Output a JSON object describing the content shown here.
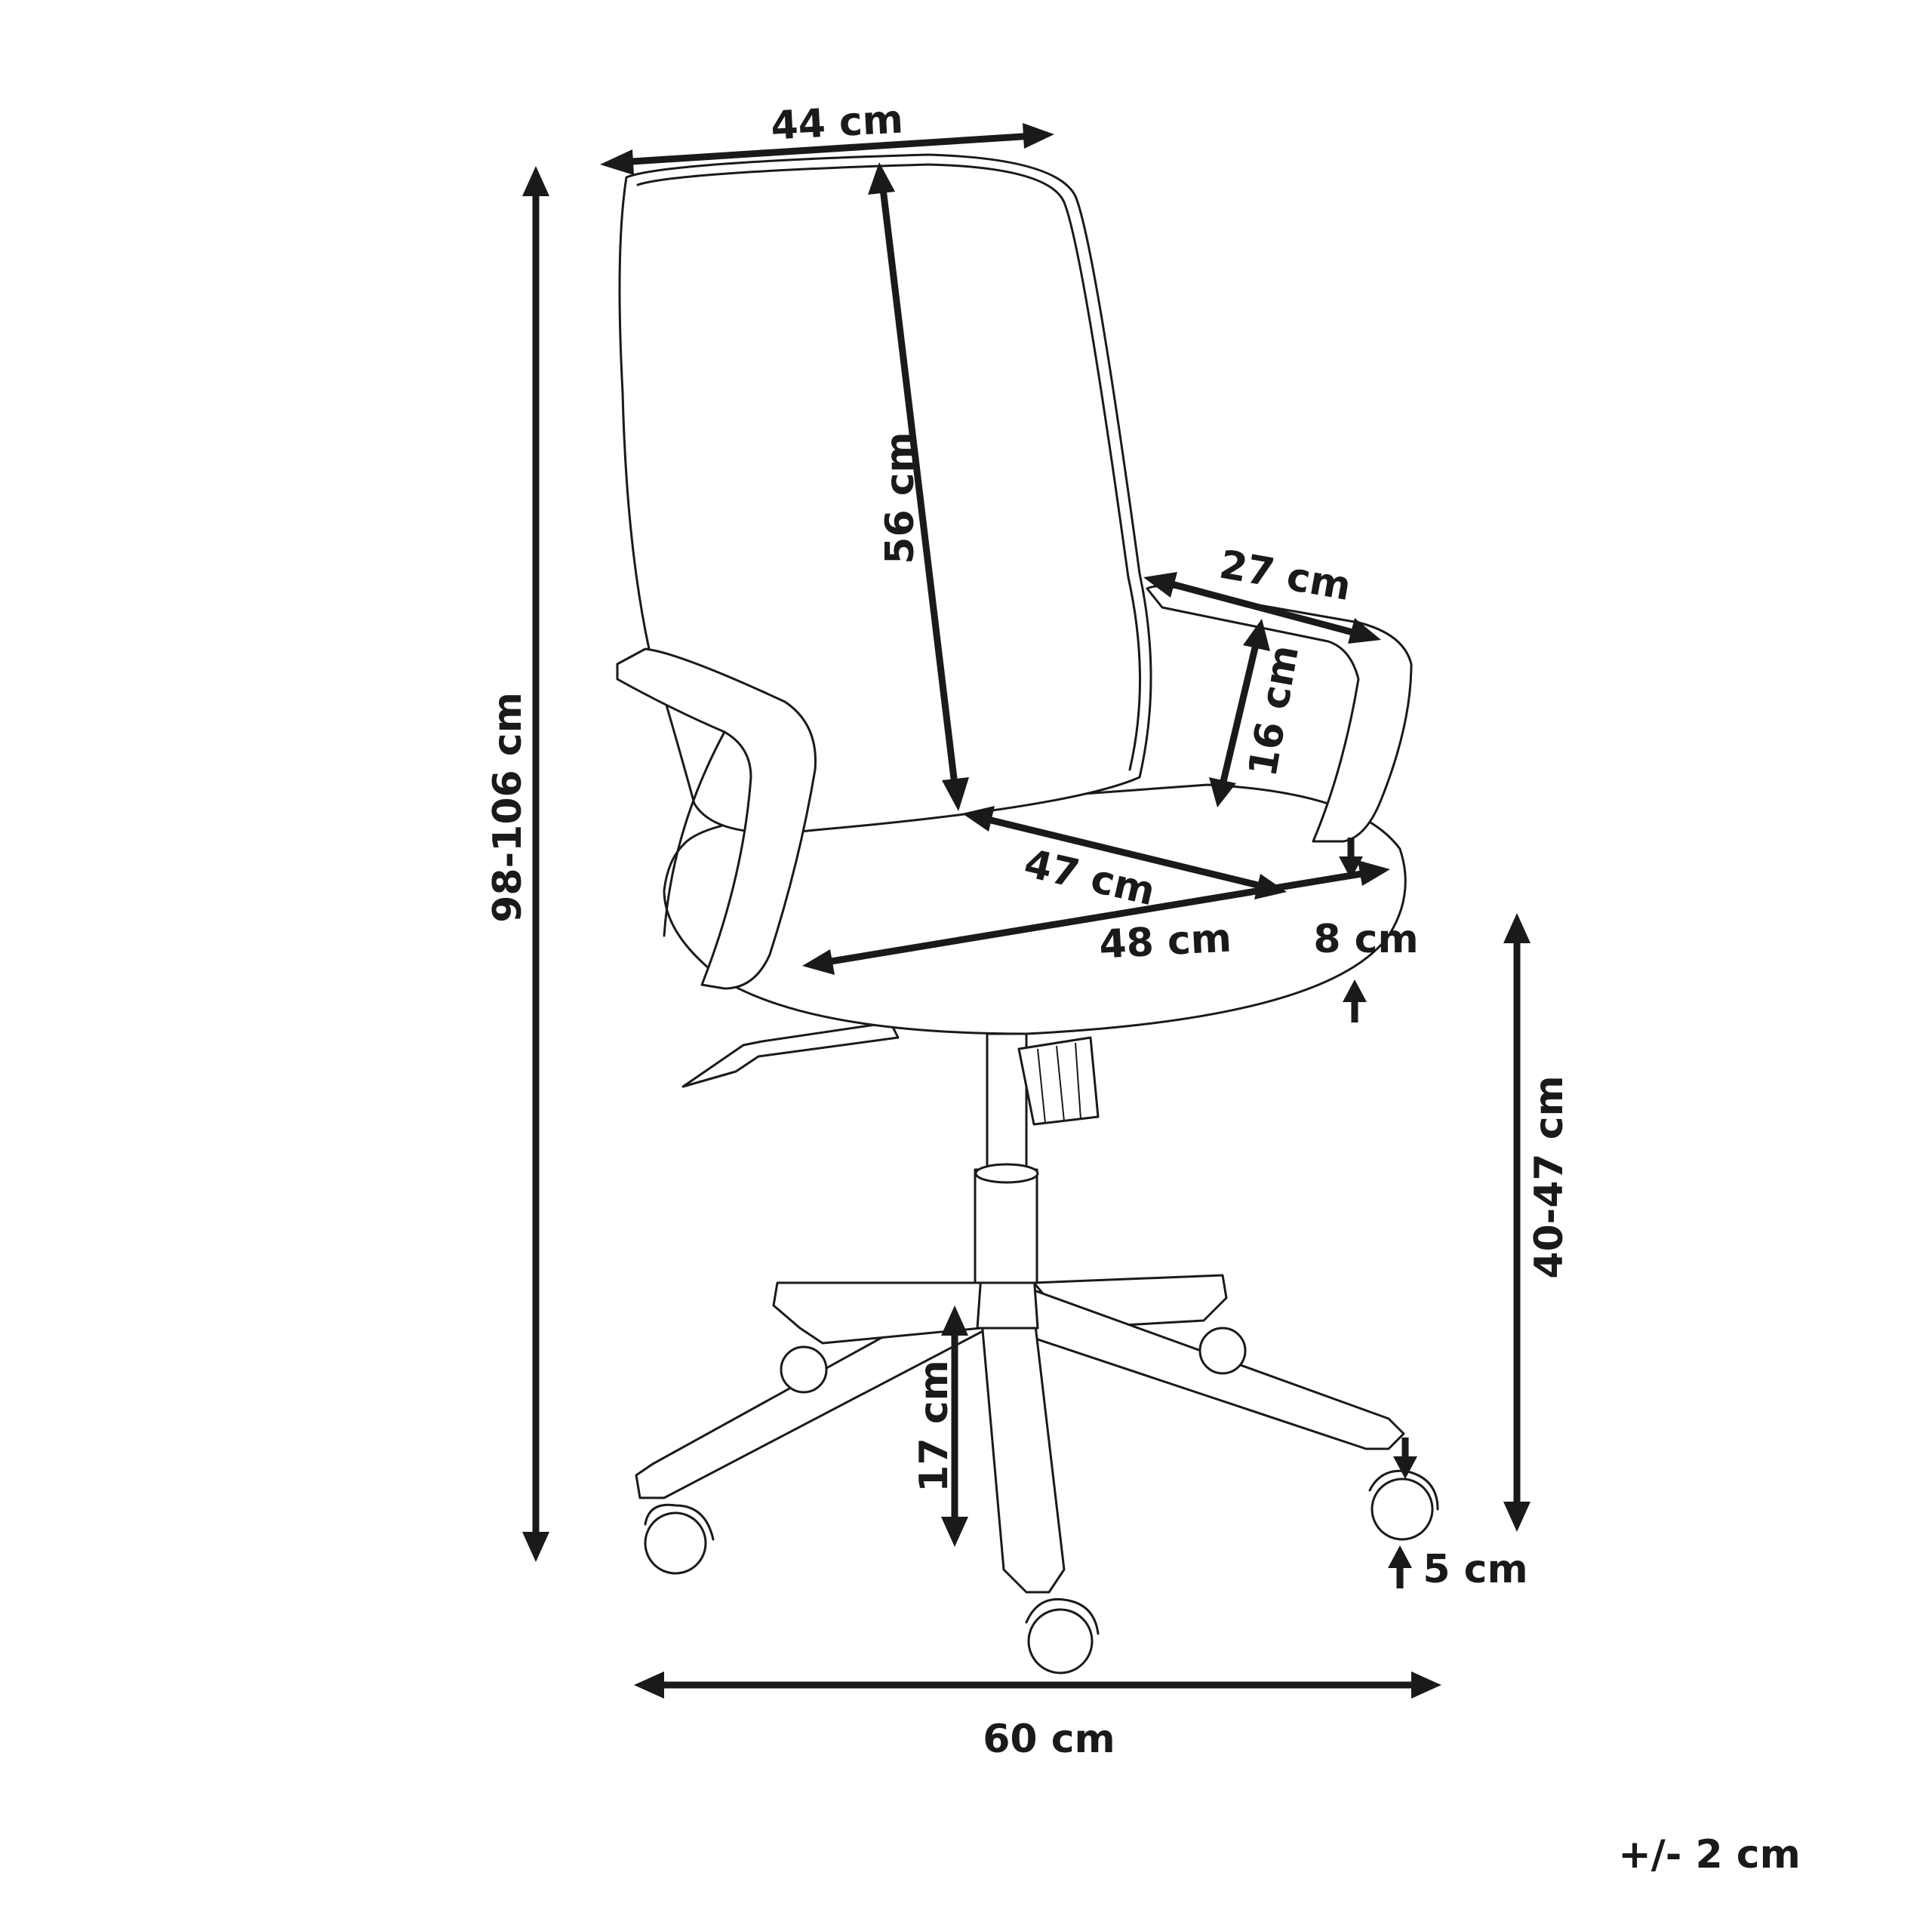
{
  "diagram": {
    "subject": "office chair dimension drawing",
    "line_color": "#1a1a1a",
    "background": "#ffffff",
    "labels": {
      "backrest_width": "44 cm",
      "backrest_height": "56 cm",
      "total_height": "98-106 cm",
      "armrest_length": "27 cm",
      "armrest_height": "16 cm",
      "seat_depth": "47 cm",
      "seat_width": "48 cm",
      "seat_thickness": "8 cm",
      "seat_height": "40-47 cm",
      "base_height": "17 cm",
      "caster_height": "5 cm",
      "base_width": "60 cm",
      "tolerance": "+/- 2 cm"
    }
  }
}
